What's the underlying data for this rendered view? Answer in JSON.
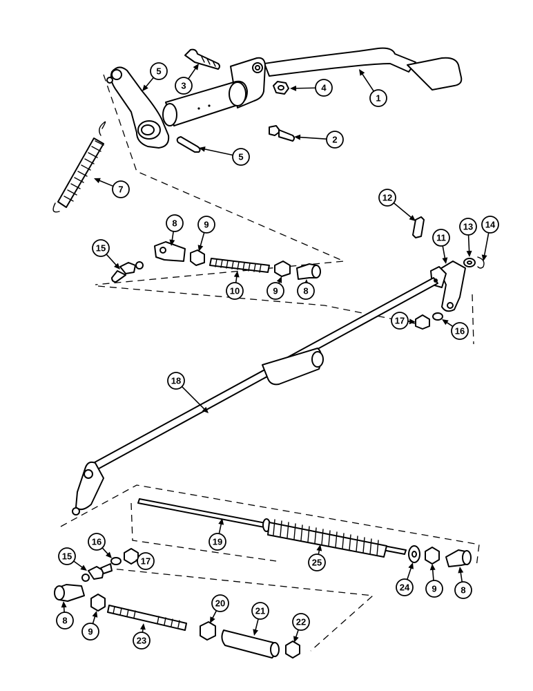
{
  "callouts": [
    {
      "id": "c1",
      "label": "1"
    },
    {
      "id": "c2",
      "label": "2"
    },
    {
      "id": "c3",
      "label": "3"
    },
    {
      "id": "c4",
      "label": "4"
    },
    {
      "id": "c5a",
      "label": "5"
    },
    {
      "id": "c5b",
      "label": "5"
    },
    {
      "id": "c7",
      "label": "7"
    },
    {
      "id": "c8a",
      "label": "8"
    },
    {
      "id": "c9a",
      "label": "9"
    },
    {
      "id": "c10",
      "label": "10"
    },
    {
      "id": "c9b",
      "label": "9"
    },
    {
      "id": "c8b",
      "label": "8"
    },
    {
      "id": "c15a",
      "label": "15"
    },
    {
      "id": "c12",
      "label": "12"
    },
    {
      "id": "c11",
      "label": "11"
    },
    {
      "id": "c13",
      "label": "13"
    },
    {
      "id": "c14",
      "label": "14"
    },
    {
      "id": "c17a",
      "label": "17"
    },
    {
      "id": "c16a",
      "label": "16"
    },
    {
      "id": "c18",
      "label": "18"
    },
    {
      "id": "c19",
      "label": "19"
    },
    {
      "id": "c25",
      "label": "25"
    },
    {
      "id": "c24",
      "label": "24"
    },
    {
      "id": "c9c",
      "label": "9"
    },
    {
      "id": "c8c",
      "label": "8"
    },
    {
      "id": "c16b",
      "label": "16"
    },
    {
      "id": "c17b",
      "label": "17"
    },
    {
      "id": "c15b",
      "label": "15"
    },
    {
      "id": "c8d",
      "label": "8"
    },
    {
      "id": "c9d",
      "label": "9"
    },
    {
      "id": "c23",
      "label": "23"
    },
    {
      "id": "c20",
      "label": "20"
    },
    {
      "id": "c21",
      "label": "21"
    },
    {
      "id": "c22",
      "label": "22"
    }
  ]
}
